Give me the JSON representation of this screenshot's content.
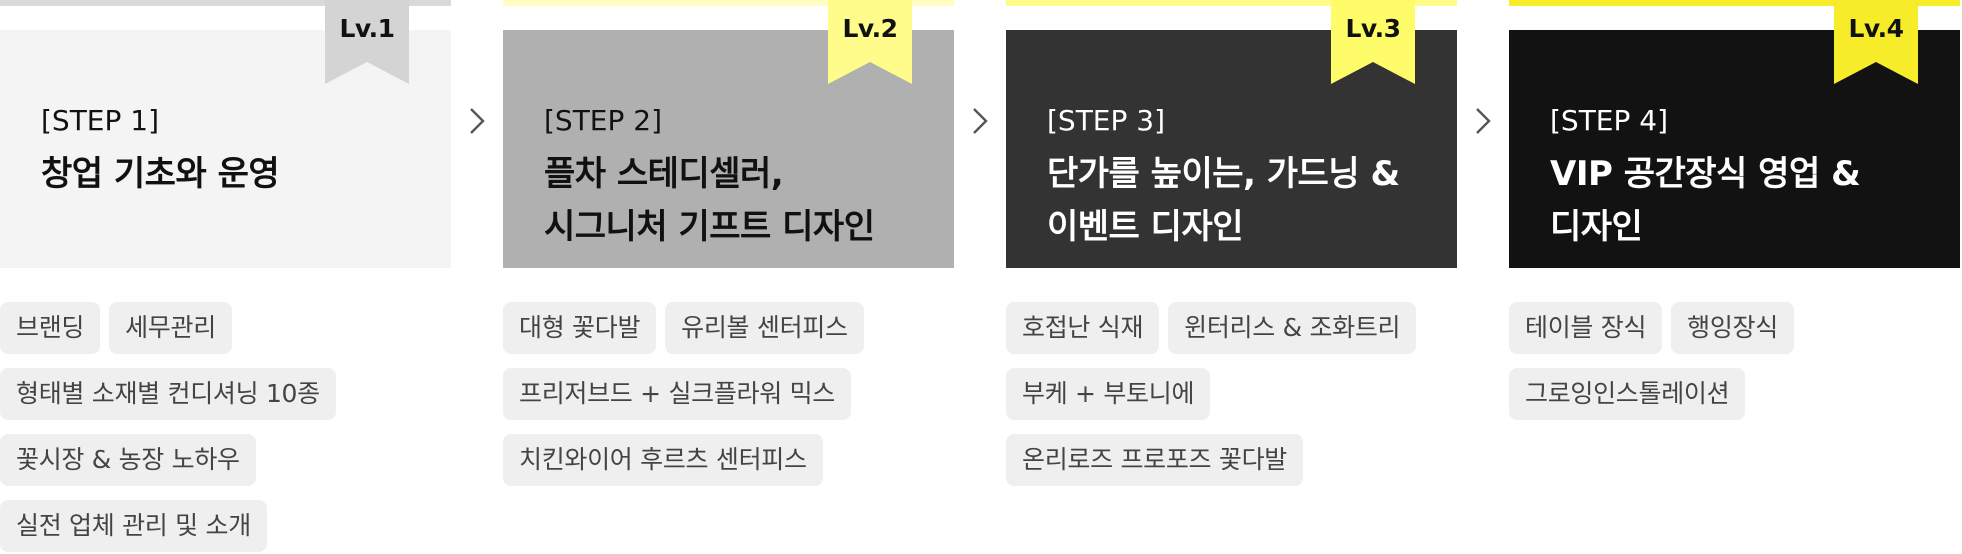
{
  "colors": {
    "card_1_bg": "#f4f4f4",
    "card_2_bg": "#b0b0b0",
    "card_3_bg": "#333333",
    "card_4_bg": "#121212",
    "card_1_text": "#111111",
    "card_2_text": "#111111",
    "card_3_text": "#ffffff",
    "card_4_text": "#ffffff",
    "badge_1": "#d4d4d4",
    "badge_2": "#fffc8c",
    "badge_3": "#fffc6a",
    "badge_4": "#f7ec2a",
    "topline_1": "#d9d9d9",
    "topline_2": "#fffdc2",
    "topline_3": "#fffc8c",
    "topline_4": "#f7ec2a",
    "tag_bg": "#efefef",
    "tag_text": "#444444",
    "arrow": "#555555"
  },
  "icons": {
    "arrow": "chevron-right-icon",
    "badge": "ribbon-bookmark-icon"
  },
  "steps": [
    {
      "level": "Lv.1",
      "label": "[STEP 1]",
      "title_lines": [
        "창업 기초와 운영"
      ],
      "tag_rows": [
        [
          "브랜딩",
          "세무관리"
        ],
        [
          "형태별 소재별 컨디셔닝 10종"
        ],
        [
          "꽃시장 & 농장 노하우"
        ],
        [
          "실전 업체 관리 및 소개"
        ]
      ]
    },
    {
      "level": "Lv.2",
      "label": "[STEP 2]",
      "title_lines": [
        "플차 스테디셀러,",
        "시그니처 기프트 디자인"
      ],
      "tag_rows": [
        [
          "대형 꽃다발",
          "유리볼 센터피스"
        ],
        [
          "프리저브드 + 실크플라워 믹스"
        ],
        [
          "치킨와이어 후르츠 센터피스"
        ]
      ]
    },
    {
      "level": "Lv.3",
      "label": "[STEP 3]",
      "title_lines": [
        "단가를 높이는, 가드닝 &",
        "이벤트 디자인"
      ],
      "tag_rows": [
        [
          "호접난 식재",
          "윈터리스 & 조화트리"
        ],
        [
          "부케 + 부토니에"
        ],
        [
          "온리로즈 프로포즈 꽃다발"
        ]
      ]
    },
    {
      "level": "Lv.4",
      "label": "[STEP 4]",
      "title_lines": [
        "VIP 공간장식 영업 &",
        "디자인"
      ],
      "tag_rows": [
        [
          "테이블 장식",
          "행잉장식"
        ],
        [
          "그로잉인스톨레이션"
        ]
      ]
    }
  ]
}
